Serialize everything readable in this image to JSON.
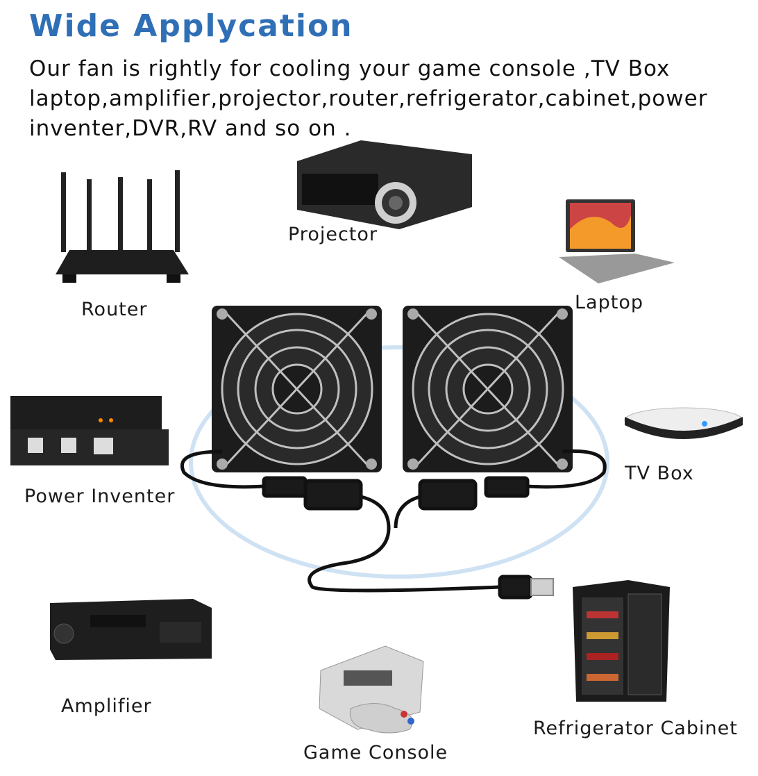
{
  "title": "Wide Applycation",
  "description_lines": [
    "Our fan is rightly for cooling your game console ,TV Box",
    "laptop,amplifier,projector,router,refrigerator,cabinet,power",
    "inventer,DVR,RV and so on ."
  ],
  "labels": {
    "projector": "Projector",
    "router": "Router",
    "laptop": "Laptop",
    "power_inventer": "Power Inventer",
    "tv_box": "TV Box",
    "amplifier": "Amplifier",
    "refrigerator_cabinet": "Refrigerator Cabinet",
    "game_console": "Game Console"
  },
  "colors": {
    "title": "#2f6fb6",
    "ring": "#cfe2f3",
    "fan": "#1c1c1c",
    "grill": "#bfbfbf"
  }
}
